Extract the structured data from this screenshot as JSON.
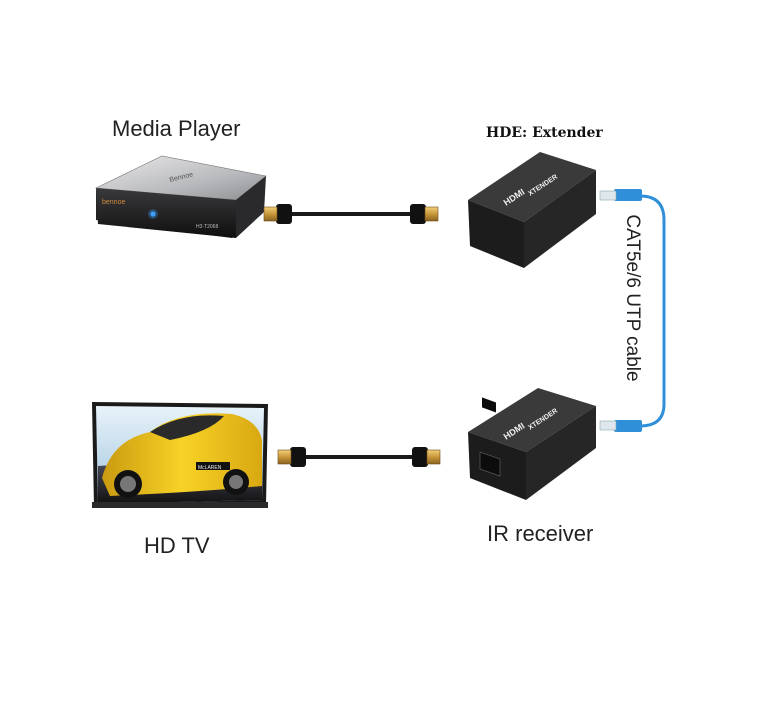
{
  "labels": {
    "media_player": "Media Player",
    "extender": "HDE: Extender",
    "hd_tv": "HD TV",
    "ir_receiver": "IR receiver",
    "cable": "CAT5e/6 UTP cable"
  },
  "device_text": {
    "player_brand": "bennoe",
    "player_top": "Bennoe",
    "player_model": "H3·T2068",
    "tx_logo": "HDMI",
    "tx_name": "XTENDER",
    "rx_logo": "HDMI",
    "rx_name": "XTENDER",
    "car_plate": "McLAREN"
  },
  "colors": {
    "cable_blue": "#2f8fd8",
    "hdmi_gold": "#c9973a",
    "device_black": "#1c1c1c",
    "car_yellow": "#f2c21a"
  }
}
